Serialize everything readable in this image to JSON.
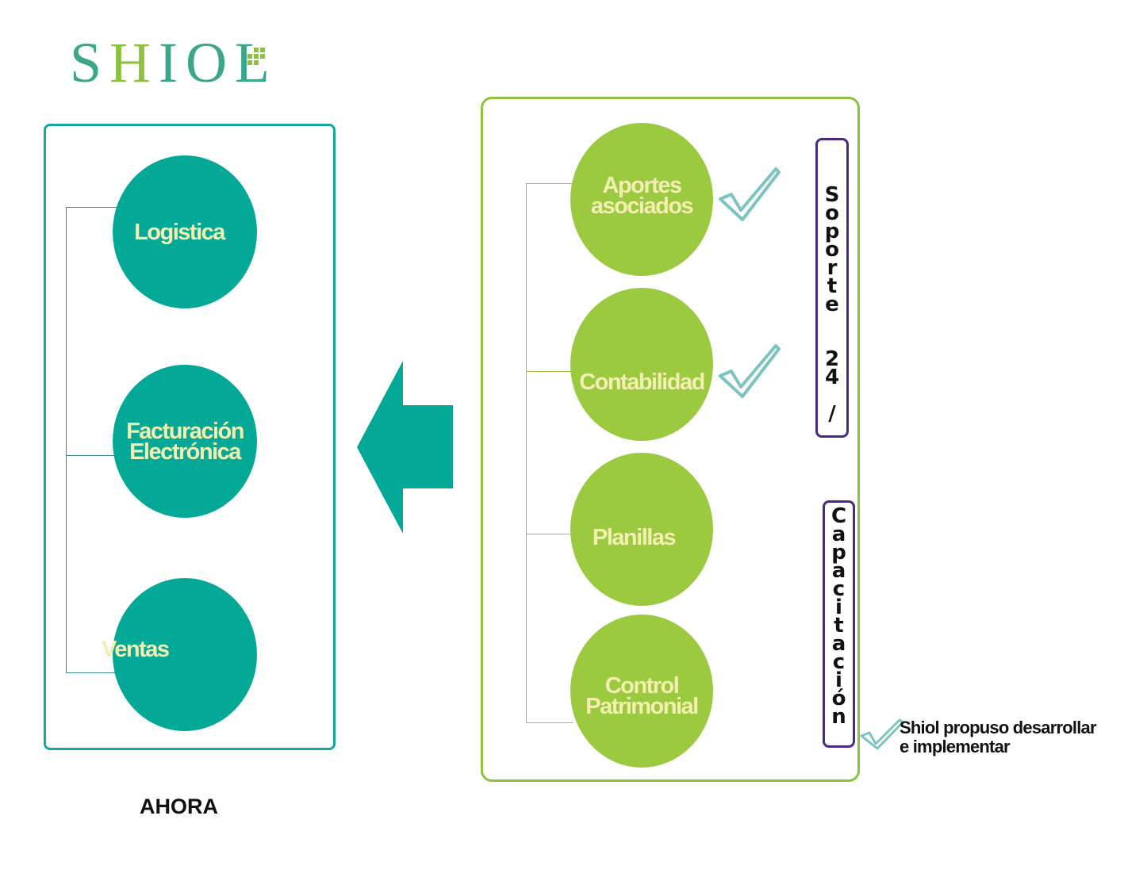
{
  "logo": {
    "part1": "S",
    "part2": "H",
    "part3": "IOL"
  },
  "left_panel": {
    "items": [
      {
        "label": "Logistica"
      },
      {
        "label": "Facturación Electrónica"
      },
      {
        "label": "Ventas"
      }
    ],
    "caption": "AHORA"
  },
  "right_panel": {
    "items": [
      {
        "label": "Aportes asociados"
      },
      {
        "label": "Contabilidad"
      },
      {
        "label": "Planillas"
      },
      {
        "label": "Control Patrimonial"
      }
    ]
  },
  "side_boxes": {
    "soporte": [
      "S",
      "o",
      "p",
      "o",
      "r",
      "t",
      "e",
      " ",
      "2",
      "4",
      " ",
      "/"
    ],
    "capacitacion": [
      "C",
      "a",
      "p",
      "a",
      "c",
      "i",
      "t",
      "a",
      "c",
      "i",
      "ó",
      "n"
    ]
  },
  "note": {
    "line1": "Shiol propuso  desarrollar",
    "line2": "e implementar"
  },
  "colors": {
    "teal": "#03a897",
    "green": "#9bc93f",
    "purple": "#4b2a84",
    "circle_text": "#f3efb0"
  },
  "icons": [
    "checkmark-icon",
    "left-arrow-icon",
    "logo-grid-icon"
  ]
}
